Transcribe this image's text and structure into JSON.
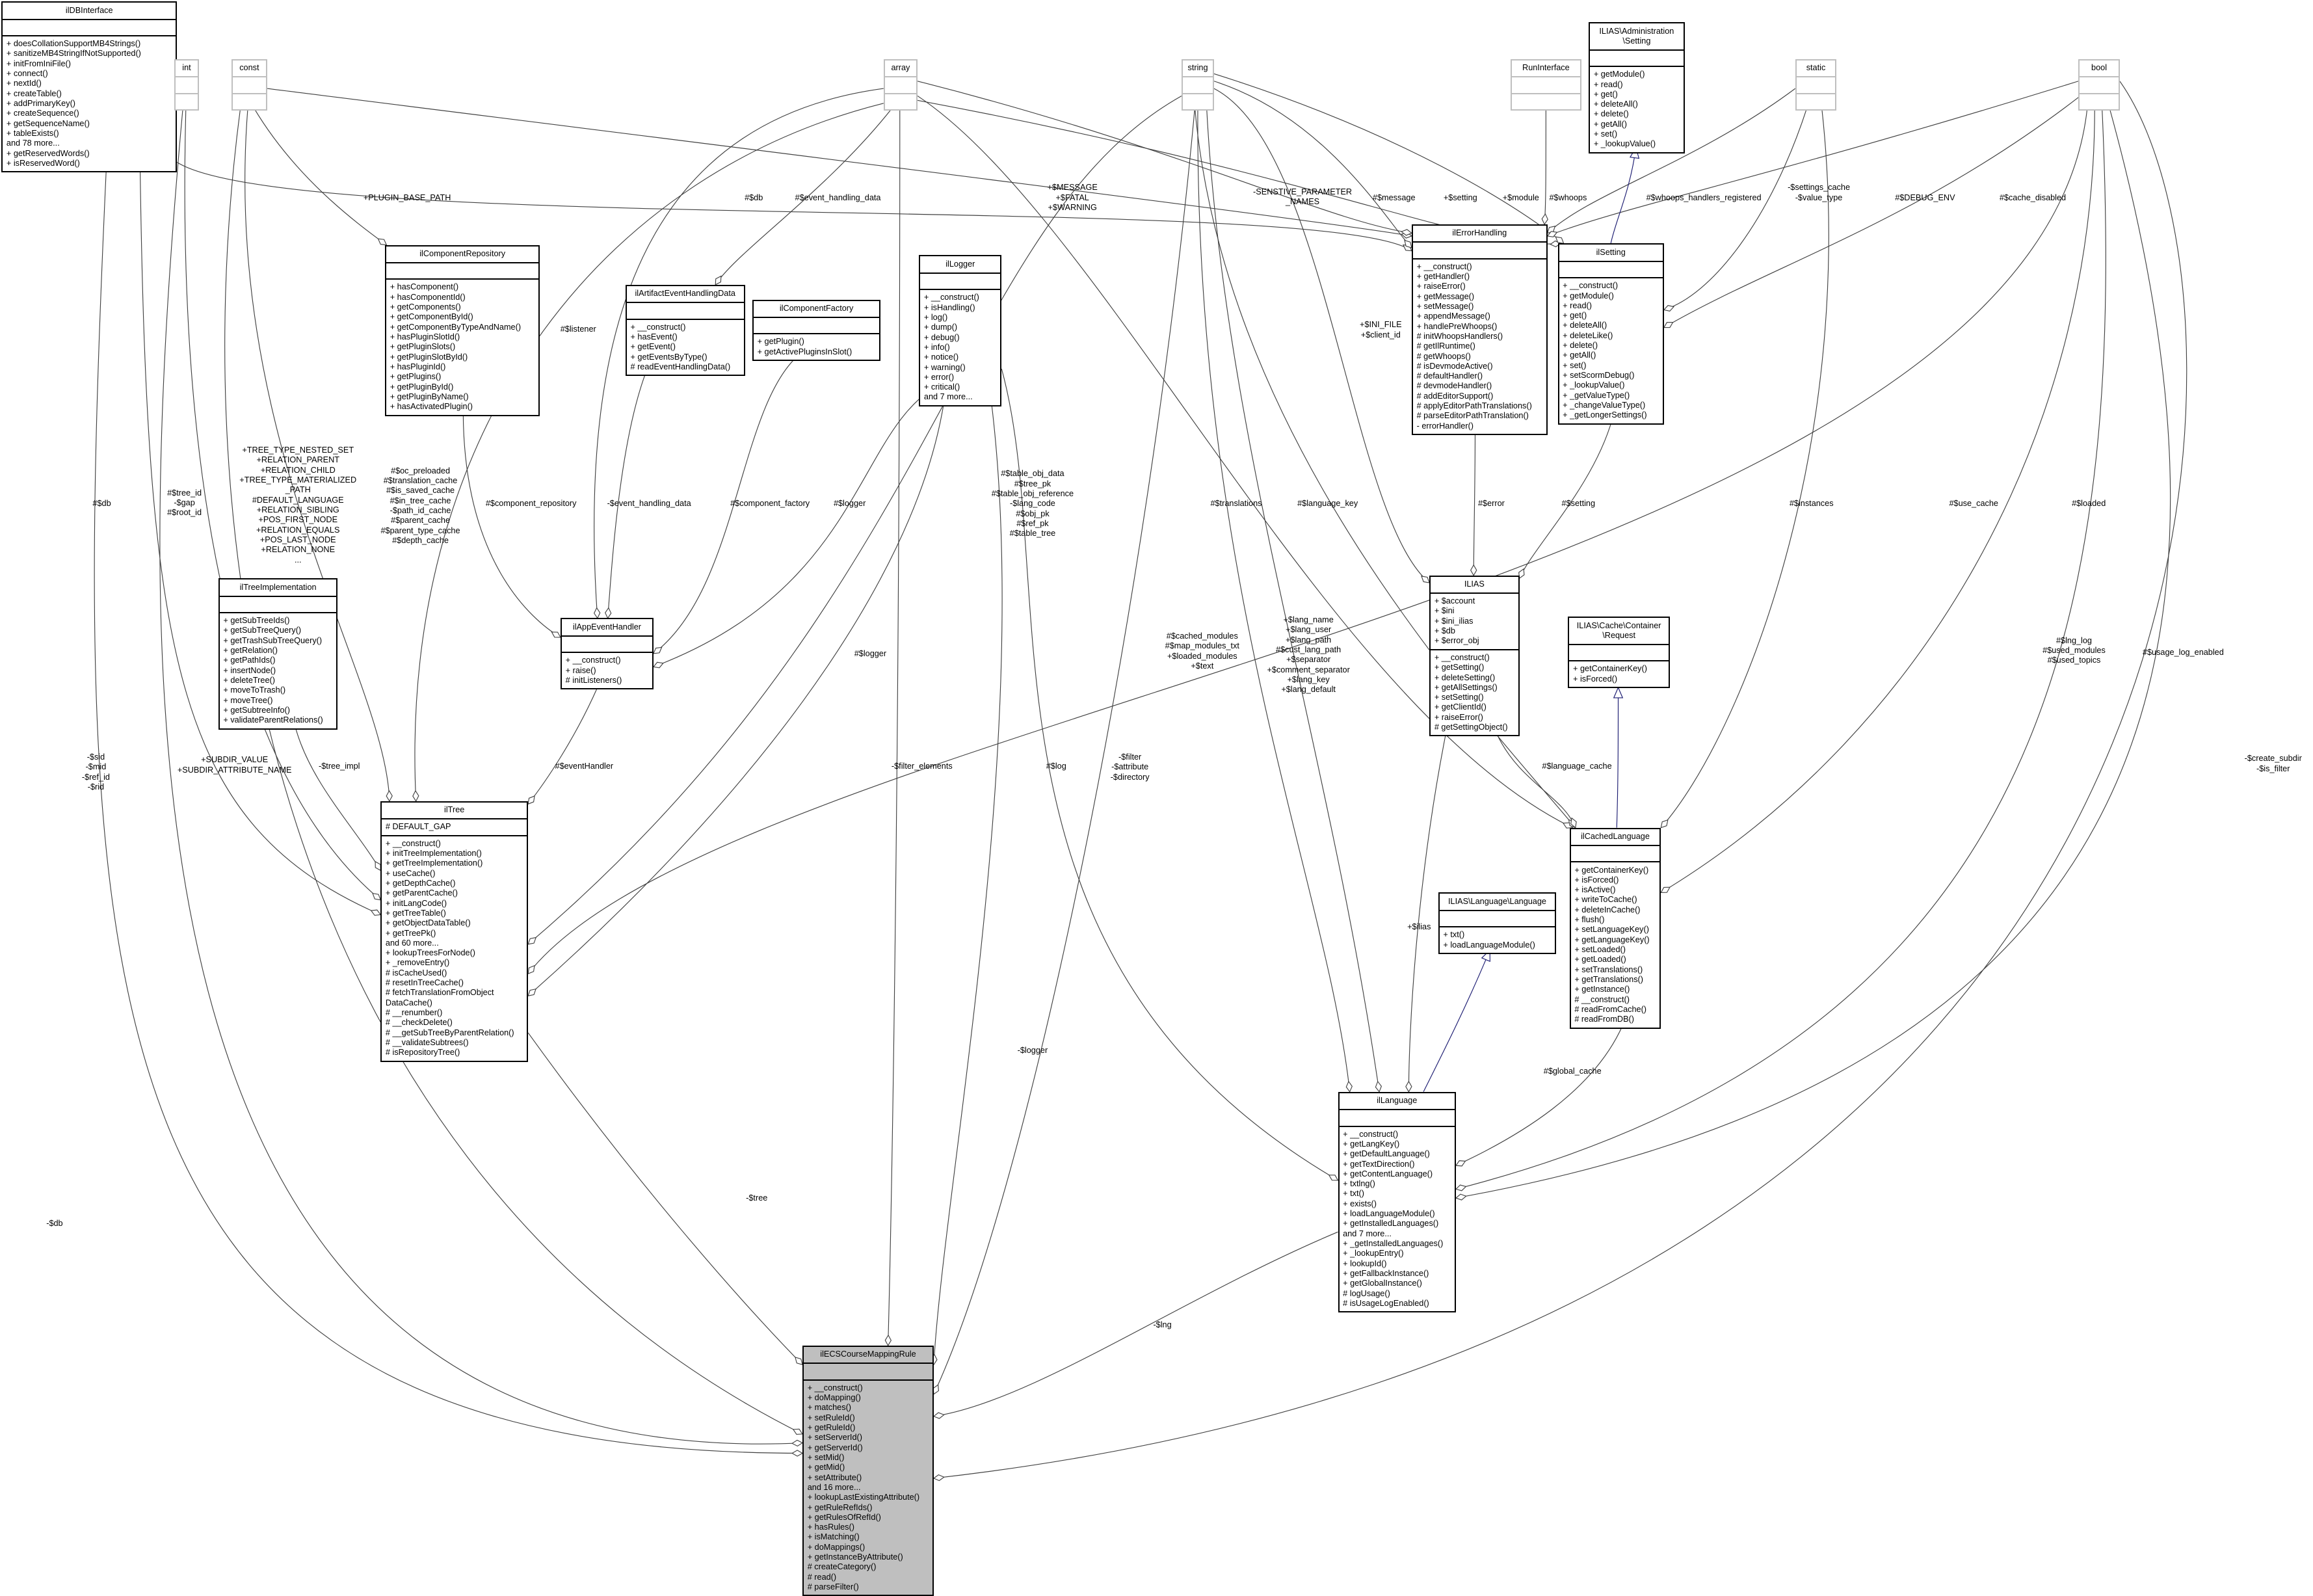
{
  "colors": {
    "edge": "#404040",
    "inheritance": "#191970",
    "focus_fill": "#bfbfbf",
    "type_border": "#bfbfbf"
  },
  "classes": [
    {
      "name": "ilDBInterface",
      "kind": "class",
      "attributes": [],
      "methods": [
        "+ doesCollationSupportMB4Strings()",
        "+ sanitizeMB4StringIfNotSupported()",
        "+ initFromIniFile()",
        "+ connect()",
        "+ nextId()",
        "+ createTable()",
        "+ addPrimaryKey()",
        "+ createSequence()",
        "+ getSequenceName()",
        "+ tableExists()",
        "and 78 more...",
        "+ getReservedWords()",
        "+ isReservedWord()"
      ]
    },
    {
      "name": "int",
      "kind": "type",
      "attributes": [],
      "methods": []
    },
    {
      "name": "const",
      "kind": "type",
      "attributes": [],
      "methods": []
    },
    {
      "name": "array",
      "kind": "type",
      "attributes": [],
      "methods": []
    },
    {
      "name": "string",
      "kind": "type",
      "attributes": [],
      "methods": []
    },
    {
      "name": "RunInterface",
      "kind": "type",
      "attributes": [],
      "methods": []
    },
    {
      "name": "ILIAS\\Administration\n\\Setting",
      "kind": "class",
      "attributes": [],
      "methods": [
        "+ getModule()",
        "+ read()",
        "+ get()",
        "+ deleteAll()",
        "+ delete()",
        "+ getAll()",
        "+ set()",
        "+ _lookupValue()"
      ]
    },
    {
      "name": "static",
      "kind": "type",
      "attributes": [],
      "methods": []
    },
    {
      "name": "bool",
      "kind": "type",
      "attributes": [],
      "methods": []
    },
    {
      "name": "ilComponentRepository",
      "kind": "class",
      "attributes": [],
      "methods": [
        "+ hasComponent()",
        "+ hasComponentId()",
        "+ getComponents()",
        "+ getComponentById()",
        "+ getComponentByTypeAndName()",
        "+ hasPluginSlotId()",
        "+ getPluginSlots()",
        "+ getPluginSlotById()",
        "+ hasPluginId()",
        "+ getPlugins()",
        "+ getPluginById()",
        "+ getPluginByName()",
        "+ hasActivatedPlugin()"
      ]
    },
    {
      "name": "ilArtifactEventHandlingData",
      "kind": "class",
      "attributes": [],
      "methods": [
        "+ __construct()",
        "+ hasEvent()",
        "+ getEvent()",
        "+ getEventsByType()",
        "# readEventHandlingData()"
      ]
    },
    {
      "name": "ilComponentFactory",
      "kind": "class",
      "attributes": [],
      "methods": [
        "+ getPlugin()",
        "+ getActivePluginsInSlot()"
      ]
    },
    {
      "name": "ilLogger",
      "kind": "class",
      "attributes": [],
      "methods": [
        "+ __construct()",
        "+ isHandling()",
        "+ log()",
        "+ dump()",
        "+ debug()",
        "+ info()",
        "+ notice()",
        "+ warning()",
        "+ error()",
        "+ critical()",
        "and 7 more..."
      ]
    },
    {
      "name": "ilErrorHandling",
      "kind": "class",
      "attributes": [],
      "methods": [
        "+ __construct()",
        "+ getHandler()",
        "+ raiseError()",
        "+ getMessage()",
        "+ setMessage()",
        "+ appendMessage()",
        "+ handlePreWhoops()",
        "# initWhoopsHandlers()",
        "# getIlRuntime()",
        "# getWhoops()",
        "# isDevmodeActive()",
        "# defaultHandler()",
        "# devmodeHandler()",
        "# addEditorSupport()",
        "# applyEditorPathTranslations()",
        "# parseEditorPathTranslation()",
        "- errorHandler()"
      ]
    },
    {
      "name": "ilSetting",
      "kind": "class",
      "attributes": [],
      "methods": [
        "+ __construct()",
        "+ getModule()",
        "+ read()",
        "+ get()",
        "+ deleteAll()",
        "+ deleteLike()",
        "+ delete()",
        "+ getAll()",
        "+ set()",
        "+ setScormDebug()",
        "+ _lookupValue()",
        "+ _getValueType()",
        "+ _changeValueType()",
        "+ _getLongerSettings()"
      ]
    },
    {
      "name": "ilTreeImplementation",
      "kind": "class",
      "attributes": [],
      "methods": [
        "+ getSubTreeIds()",
        "+ getSubTreeQuery()",
        "+ getTrashSubTreeQuery()",
        "+ getRelation()",
        "+ getPathIds()",
        "+ insertNode()",
        "+ deleteTree()",
        "+ moveToTrash()",
        "+ moveTree()",
        "+ getSubtreeInfo()",
        "+ validateParentRelations()"
      ]
    },
    {
      "name": "ilAppEventHandler",
      "kind": "class",
      "attributes": [],
      "methods": [
        "+ __construct()",
        "+ raise()",
        "# initListeners()"
      ]
    },
    {
      "name": "ILIAS",
      "kind": "class",
      "attributes": [
        "+ $account",
        "+ $ini",
        "+ $ini_ilias",
        "+ $db",
        "+ $error_obj"
      ],
      "methods": [
        "+ __construct()",
        "+ getSetting()",
        "+ deleteSetting()",
        "+ getAllSettings()",
        "+ setSetting()",
        "+ getClientId()",
        "+ raiseError()",
        "# getSettingObject()"
      ]
    },
    {
      "name": "ILIAS\\Cache\\Container\n\\Request",
      "kind": "class",
      "attributes": [],
      "methods": [
        "+ getContainerKey()",
        "+ isForced()"
      ]
    },
    {
      "name": "ilTree",
      "kind": "class",
      "attributes": [
        "# DEFAULT_GAP"
      ],
      "methods": [
        "+ __construct()",
        "+ initTreeImplementation()",
        "+ getTreeImplementation()",
        "+ useCache()",
        "+ getDepthCache()",
        "+ getParentCache()",
        "+ initLangCode()",
        "+ getTreeTable()",
        "+ getObjectDataTable()",
        "+ getTreePk()",
        "and 60 more...",
        "+ lookupTreesForNode()",
        "+ _removeEntry()",
        "# isCacheUsed()",
        "# resetInTreeCache()",
        "# fetchTranslationFromObject",
        "DataCache()",
        "# __renumber()",
        "# __checkDelete()",
        "# __getSubTreeByParentRelation()",
        "# __validateSubtrees()",
        "# isRepositoryTree()"
      ]
    },
    {
      "name": "ilCachedLanguage",
      "kind": "class",
      "attributes": [],
      "methods": [
        "+ getContainerKey()",
        "+ isForced()",
        "+ isActive()",
        "+ writeToCache()",
        "+ deleteInCache()",
        "+ flush()",
        "+ setLanguageKey()",
        "+ getLanguageKey()",
        "+ setLoaded()",
        "+ getLoaded()",
        "+ setTranslations()",
        "+ getTranslations()",
        "+ getInstance()",
        "# __construct()",
        "# readFromCache()",
        "# readFromDB()"
      ]
    },
    {
      "name": "ILIAS\\Language\\Language",
      "kind": "class",
      "attributes": [],
      "methods": [
        "+ txt()",
        "+ loadLanguageModule()"
      ]
    },
    {
      "name": "ilLanguage",
      "kind": "class",
      "attributes": [],
      "methods": [
        "+ __construct()",
        "+ getLangKey()",
        "+ getDefaultLanguage()",
        "+ getTextDirection()",
        "+ getContentLanguage()",
        "+ txtlng()",
        "+ txt()",
        "+ exists()",
        "+ loadLanguageModule()",
        "+ getInstalledLanguages()",
        "and 7 more...",
        "+ _getInstalledLanguages()",
        "+ _lookupEntry()",
        "+ lookupId()",
        "+ getFallbackInstance()",
        "+ getGlobalInstance()",
        "# logUsage()",
        "# isUsageLogEnabled()"
      ]
    },
    {
      "name": "ilECSCourseMappingRule",
      "kind": "focus",
      "attributes": [],
      "methods": [
        "+ __construct()",
        "+ doMapping()",
        "+ matches()",
        "+ setRuleId()",
        "+ getRuleId()",
        "+ setServerId()",
        "+ getServerId()",
        "+ setMid()",
        "+ getMid()",
        "+ setAttribute()",
        "and 16 more...",
        "+ lookupLastExistingAttribute()",
        "+ getRuleRefIds()",
        "+ getRulesOfRefId()",
        "+ hasRules()",
        "+ isMatching()",
        "+ doMappings()",
        "+ getInstanceByAttribute()",
        "# createCategory()",
        "# read()",
        "# parseFilter()"
      ]
    }
  ],
  "edges": [
    {
      "from": "ilDBInterface",
      "to": "ilECSCourseMappingRule",
      "type": "aggregation",
      "label": "-$db"
    },
    {
      "from": "ilDBInterface",
      "to": "ilTree",
      "type": "aggregation",
      "label": "#$db"
    },
    {
      "from": "ilDBInterface",
      "to": "ilErrorHandling",
      "type": "aggregation",
      "label": "#$db"
    },
    {
      "from": "int",
      "to": "ilTree",
      "type": "aggregation",
      "label": "#$tree_id\n-$gap\n#$root_id"
    },
    {
      "from": "int",
      "to": "ilECSCourseMappingRule",
      "type": "aggregation",
      "label": "-$sid\n-$mid\n-$ref_id\n-$rid"
    },
    {
      "from": "const",
      "to": "ilComponentRepository",
      "type": "aggregation",
      "label": "+PLUGIN_BASE_PATH"
    },
    {
      "from": "const",
      "to": "ilTree",
      "type": "aggregation",
      "label": "+TREE_TYPE_NESTED_SET\n+RELATION_PARENT\n+RELATION_CHILD\n+TREE_TYPE_MATERIALIZED\n_PATH\n#DEFAULT_LANGUAGE\n+RELATION_SIBLING\n+POS_FIRST_NODE\n+RELATION_EQUALS\n+POS_LAST_NODE\n+RELATION_NONE\n..."
    },
    {
      "from": "const",
      "to": "ilECSCourseMappingRule",
      "type": "aggregation",
      "label": "+SUBDIR_VALUE\n+SUBDIR_ATTRIBUTE_NAME"
    },
    {
      "from": "const",
      "to": "ilErrorHandling",
      "type": "aggregation",
      "label": "+$MESSAGE\n+$FATAL\n+$WARNING"
    },
    {
      "from": "array",
      "to": "ilAppEventHandler",
      "type": "aggregation",
      "label": "#$listener"
    },
    {
      "from": "array",
      "to": "ilArtifactEventHandlingData",
      "type": "aggregation",
      "label": "#$event_handling_data"
    },
    {
      "from": "array",
      "to": "ilTree",
      "type": "aggregation",
      "label": "#$oc_preloaded\n#$translation_cache\n#$is_saved_cache\n#$in_tree_cache\n-$path_id_cache\n#$parent_cache\n#$parent_type_cache\n#$depth_cache"
    },
    {
      "from": "array",
      "to": "ilECSCourseMappingRule",
      "type": "aggregation",
      "label": "-$filter_elements"
    },
    {
      "from": "array",
      "to": "ilErrorHandling",
      "type": "aggregation",
      "label": "-SENSTIVE_PARAMETER\n_NAMES"
    },
    {
      "from": "array",
      "to": "ilCachedLanguage",
      "type": "aggregation",
      "label": "#$translations"
    },
    {
      "from": "array",
      "to": "ilSetting",
      "type": "aggregation",
      "label": "+$setting"
    },
    {
      "from": "string",
      "to": "ilTree",
      "type": "aggregation",
      "label": "#$table_obj_data\n#$tree_pk\n#$table_obj_reference\n-$lang_code\n#$obj_pk\n#$ref_pk\n#$table_tree"
    },
    {
      "from": "string",
      "to": "ilECSCourseMappingRule",
      "type": "aggregation",
      "label": "-$filter\n-$attribute\n-$directory"
    },
    {
      "from": "string",
      "to": "ilLanguage",
      "type": "aggregation",
      "label": "#$cached_modules\n#$map_modules_txt\n+$loaded_modules\n+$text"
    },
    {
      "from": "string",
      "to": "ilLanguage",
      "type": "aggregation",
      "label": "+$lang_name\n+$lang_user\n+$lang_path\n#$cust_lang_path\n+$separator\n+$comment_separator\n+$lang_key\n+$lang_default"
    },
    {
      "from": "string",
      "to": "ilErrorHandling",
      "type": "aggregation",
      "label": "#$message"
    },
    {
      "from": "string",
      "to": "ILIAS",
      "type": "aggregation",
      "label": "+$INI_FILE\n+$client_id"
    },
    {
      "from": "string",
      "to": "ilCachedLanguage",
      "type": "aggregation",
      "label": "#$language_key"
    },
    {
      "from": "string",
      "to": "ilSetting",
      "type": "aggregation",
      "label": "+$module"
    },
    {
      "from": "RunInterface",
      "to": "ilErrorHandling",
      "type": "aggregation",
      "label": "#$whoops"
    },
    {
      "from": "static",
      "to": "ilErrorHandling",
      "type": "aggregation",
      "label": "#$whoops_handlers_registered"
    },
    {
      "from": "static",
      "to": "ilSetting",
      "type": "aggregation",
      "label": "-$settings_cache\n-$value_type"
    },
    {
      "from": "static",
      "to": "ilCachedLanguage",
      "type": "aggregation",
      "label": "#$instances"
    },
    {
      "from": "bool",
      "to": "ilErrorHandling",
      "type": "aggregation",
      "label": "#$DEBUG_ENV"
    },
    {
      "from": "bool",
      "to": "ilSetting",
      "type": "aggregation",
      "label": "#$cache_disabled"
    },
    {
      "from": "bool",
      "to": "ilTree",
      "type": "aggregation",
      "label": "#$use_cache"
    },
    {
      "from": "bool",
      "to": "ilCachedLanguage",
      "type": "aggregation",
      "label": "#$loaded"
    },
    {
      "from": "bool",
      "to": "ilLanguage",
      "type": "aggregation",
      "label": "#$lng_log\n#$used_modules\n#$used_topics"
    },
    {
      "from": "bool",
      "to": "ilLanguage",
      "type": "aggregation",
      "label": "#$usage_log_enabled"
    },
    {
      "from": "bool",
      "to": "ilECSCourseMappingRule",
      "type": "aggregation",
      "label": "-$create_subdir\n-$is_filter"
    },
    {
      "from": "ilComponentRepository",
      "to": "ilAppEventHandler",
      "type": "aggregation",
      "label": "#$component_repository"
    },
    {
      "from": "ilArtifactEventHandlingData",
      "to": "ilAppEventHandler",
      "type": "aggregation",
      "label": "-$event_handling_data"
    },
    {
      "from": "ilComponentFactory",
      "to": "ilAppEventHandler",
      "type": "aggregation",
      "label": "#$component_factory"
    },
    {
      "from": "ilLogger",
      "to": "ilAppEventHandler",
      "type": "aggregation",
      "label": "#$logger"
    },
    {
      "from": "ilLogger",
      "to": "ilTree",
      "type": "aggregation",
      "label": "#$logger"
    },
    {
      "from": "ilLogger",
      "to": "ilECSCourseMappingRule",
      "type": "aggregation",
      "label": "-$logger"
    },
    {
      "from": "ilLogger",
      "to": "ilLanguage",
      "type": "aggregation",
      "label": "#$log"
    },
    {
      "from": "ilTreeImplementation",
      "to": "ilTree",
      "type": "aggregation",
      "label": "-$tree_impl"
    },
    {
      "from": "ilAppEventHandler",
      "to": "ilTree",
      "type": "aggregation",
      "label": "#$eventHandler"
    },
    {
      "from": "ilErrorHandling",
      "to": "ILIAS",
      "type": "aggregation",
      "label": "#$error"
    },
    {
      "from": "ilSetting",
      "to": "ILIAS",
      "type": "aggregation",
      "label": "#$setting"
    },
    {
      "from": "ILIAS",
      "to": "ilLanguage",
      "type": "aggregation",
      "label": "+$ilias"
    },
    {
      "from": "ilCachedLanguage",
      "to": "ilLanguage",
      "type": "aggregation",
      "label": "#$global_cache"
    },
    {
      "from": "ILIAS",
      "to": "ilCachedLanguage",
      "type": "aggregation",
      "label": "#$language_cache"
    },
    {
      "from": "ilTree",
      "to": "ilECSCourseMappingRule",
      "type": "aggregation",
      "label": "-$tree"
    },
    {
      "from": "ilLanguage",
      "to": "ilECSCourseMappingRule",
      "type": "aggregation",
      "label": "-$lng"
    },
    {
      "from": "ILIAS\\Administration\\Setting",
      "to": "ilSetting",
      "type": "inheritance",
      "label": ""
    },
    {
      "from": "ILIAS\\Cache\\Container\\Request",
      "to": "ilCachedLanguage",
      "type": "inheritance",
      "label": ""
    },
    {
      "from": "ILIAS\\Language\\Language",
      "to": "ilLanguage",
      "type": "inheritance",
      "label": ""
    }
  ]
}
